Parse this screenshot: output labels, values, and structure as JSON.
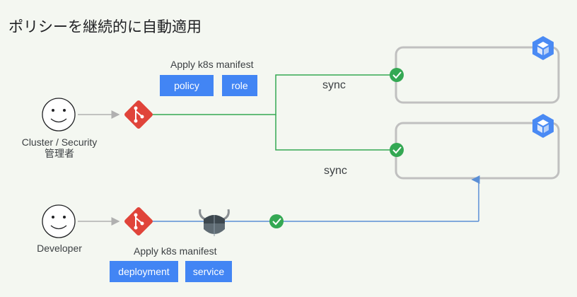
{
  "title": "ポリシーを継続的に自動適用",
  "top_flow": {
    "label": "Apply k8s manifest",
    "chips": [
      "policy",
      "role"
    ],
    "sync_top": "sync",
    "sync_bottom": "sync"
  },
  "bottom_flow": {
    "label": "Apply k8s manifest",
    "chips": [
      "deployment",
      "service"
    ]
  },
  "actors": {
    "cluster_admin_line1": "Cluster / Security",
    "cluster_admin_line2": "管理者",
    "developer": "Developer"
  },
  "icons": [
    "smiley-face-icon",
    "git-icon",
    "policy-agent-icon",
    "check-icon",
    "kubernetes-cluster-icon"
  ],
  "colors": {
    "chip": "#4285f4",
    "git": "#e0443a",
    "green_line": "#34a853",
    "blue_line": "#5b8fd6",
    "check": "#34a853"
  }
}
